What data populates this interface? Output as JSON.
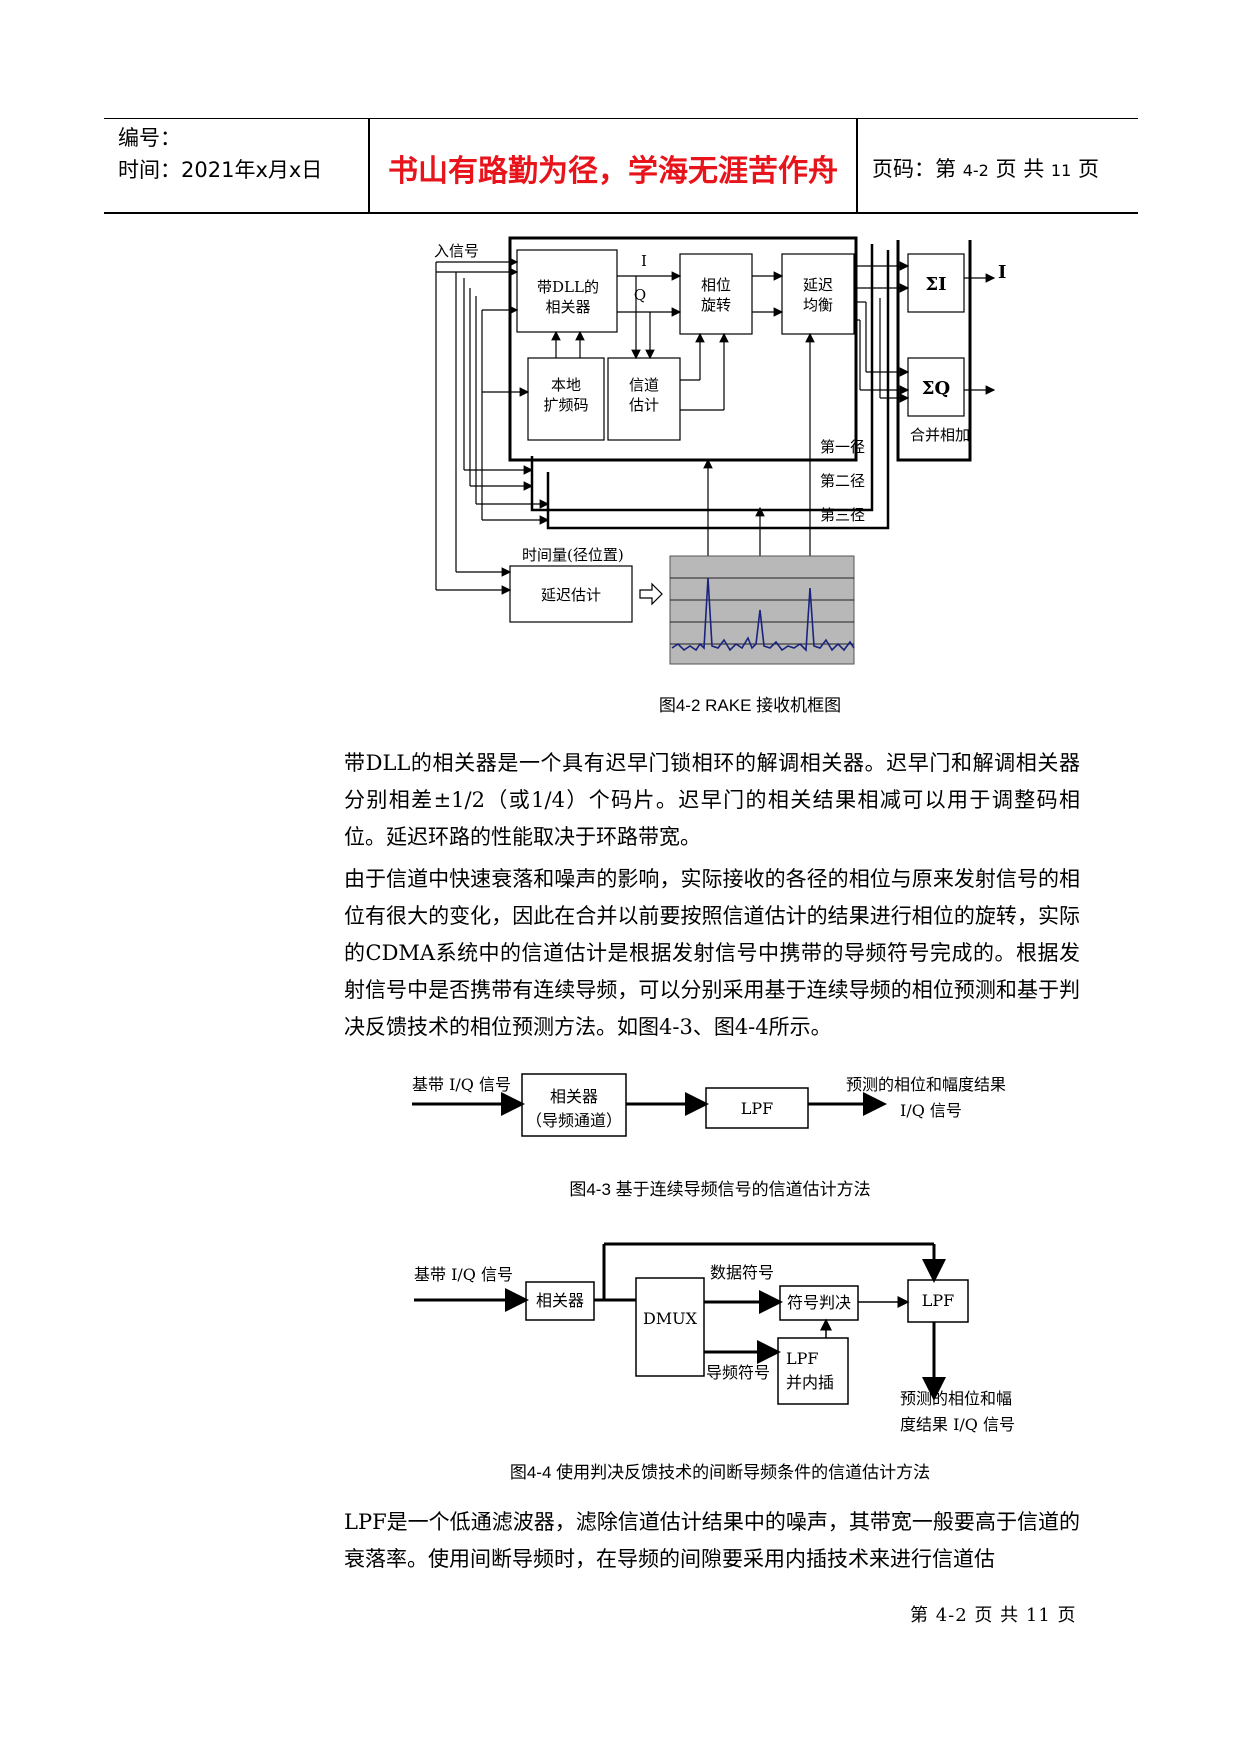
{
  "header": {
    "code_label": "编号：",
    "time_label": "时间：2021年x月x日",
    "motto": "书山有路勤为径，学海无涯苦作舟",
    "page_prefix": "页码：第",
    "page_current": "4-2",
    "page_mid": "页 共",
    "page_total": "11",
    "page_suffix": "页"
  },
  "fig42": {
    "input_label": "入信号",
    "dll_line1": "带DLL的",
    "dll_line2": "相关器",
    "i_label": "I",
    "q_label": "Q",
    "phase_line1": "相位",
    "phase_line2": "旋转",
    "delay_line1": "延迟",
    "delay_line2": "均衡",
    "local_line1": "本地",
    "local_line2": "扩频码",
    "chan_line1": "信道",
    "chan_line2": "估计",
    "path1": "第一径",
    "path2": "第二径",
    "path3": "第三径",
    "sum_i": "ΣI",
    "sum_q": "ΣQ",
    "out_i": "I",
    "combine": "合并相加",
    "time_label": "时间量(径位置)",
    "delay_est": "延迟估计",
    "caption": "图4-2 RAKE 接收机框图"
  },
  "para1": "带DLL的相关器是一个具有迟早门锁相环的解调相关器。迟早门和解调相关器分别相差±1/2（或1/4）个码片。迟早门的相关结果相减可以用于调整码相位。延迟环路的性能取决于环路带宽。",
  "para2": "由于信道中快速衰落和噪声的影响，实际接收的各径的相位与原来发射信号的相位有很大的变化，因此在合并以前要按照信道估计的结果进行相位的旋转，实际的CDMA系统中的信道估计是根据发射信号中携带的导频符号完成的。根据发射信号中是否携带有连续导频，可以分别采用基于连续导频的相位预测和基于判决反馈技术的相位预测方法。如图4-3、图4-4所示。",
  "fig43": {
    "input": "基带 I/Q 信号",
    "corr_line1": "相关器",
    "corr_line2": "（导频通道）",
    "lpf": "LPF",
    "out_line1": "预测的相位和幅度结果",
    "out_line2": "I/Q 信号",
    "caption": "图4-3  基于连续导频信号的信道估计方法"
  },
  "fig44": {
    "input": "基带 I/Q 信号",
    "corr": "相关器",
    "dmux": "DMUX",
    "data_sym": "数据符号",
    "decision": "符号判决",
    "lpf": "LPF",
    "pilot_sym": "导频符号",
    "lpf_interp1": "LPF",
    "lpf_interp2": "并内插",
    "out_line1": "预测的相位和幅",
    "out_line2": "度结果 I/Q 信号",
    "caption": "图4-4  使用判决反馈技术的间断导频条件的信道估计方法"
  },
  "para3": "LPF是一个低通滤波器，滤除信道估计结果中的噪声，其带宽一般要高于信道的衰落率。使用间断导频时，在导频的间隙要采用内插技术来进行信道估",
  "footer": "第 4-2 页 共 11 页"
}
